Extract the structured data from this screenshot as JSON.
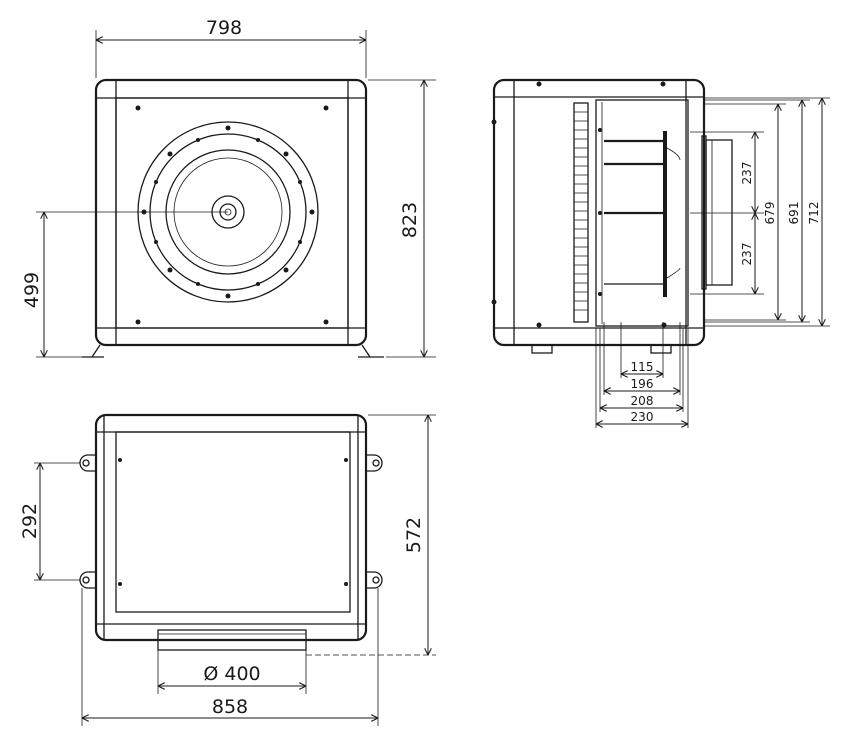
{
  "front_view": {
    "width": "798",
    "height": "823",
    "axis_height": "499"
  },
  "side_view": {
    "vertical": [
      "237",
      "237",
      "679",
      "691",
      "712"
    ],
    "horizontal": [
      "115",
      "196",
      "208",
      "230"
    ]
  },
  "bottom_view": {
    "bracket_spacing": "292",
    "depth": "572",
    "duct_diameter": "Ø 400",
    "overall_width": "858"
  }
}
